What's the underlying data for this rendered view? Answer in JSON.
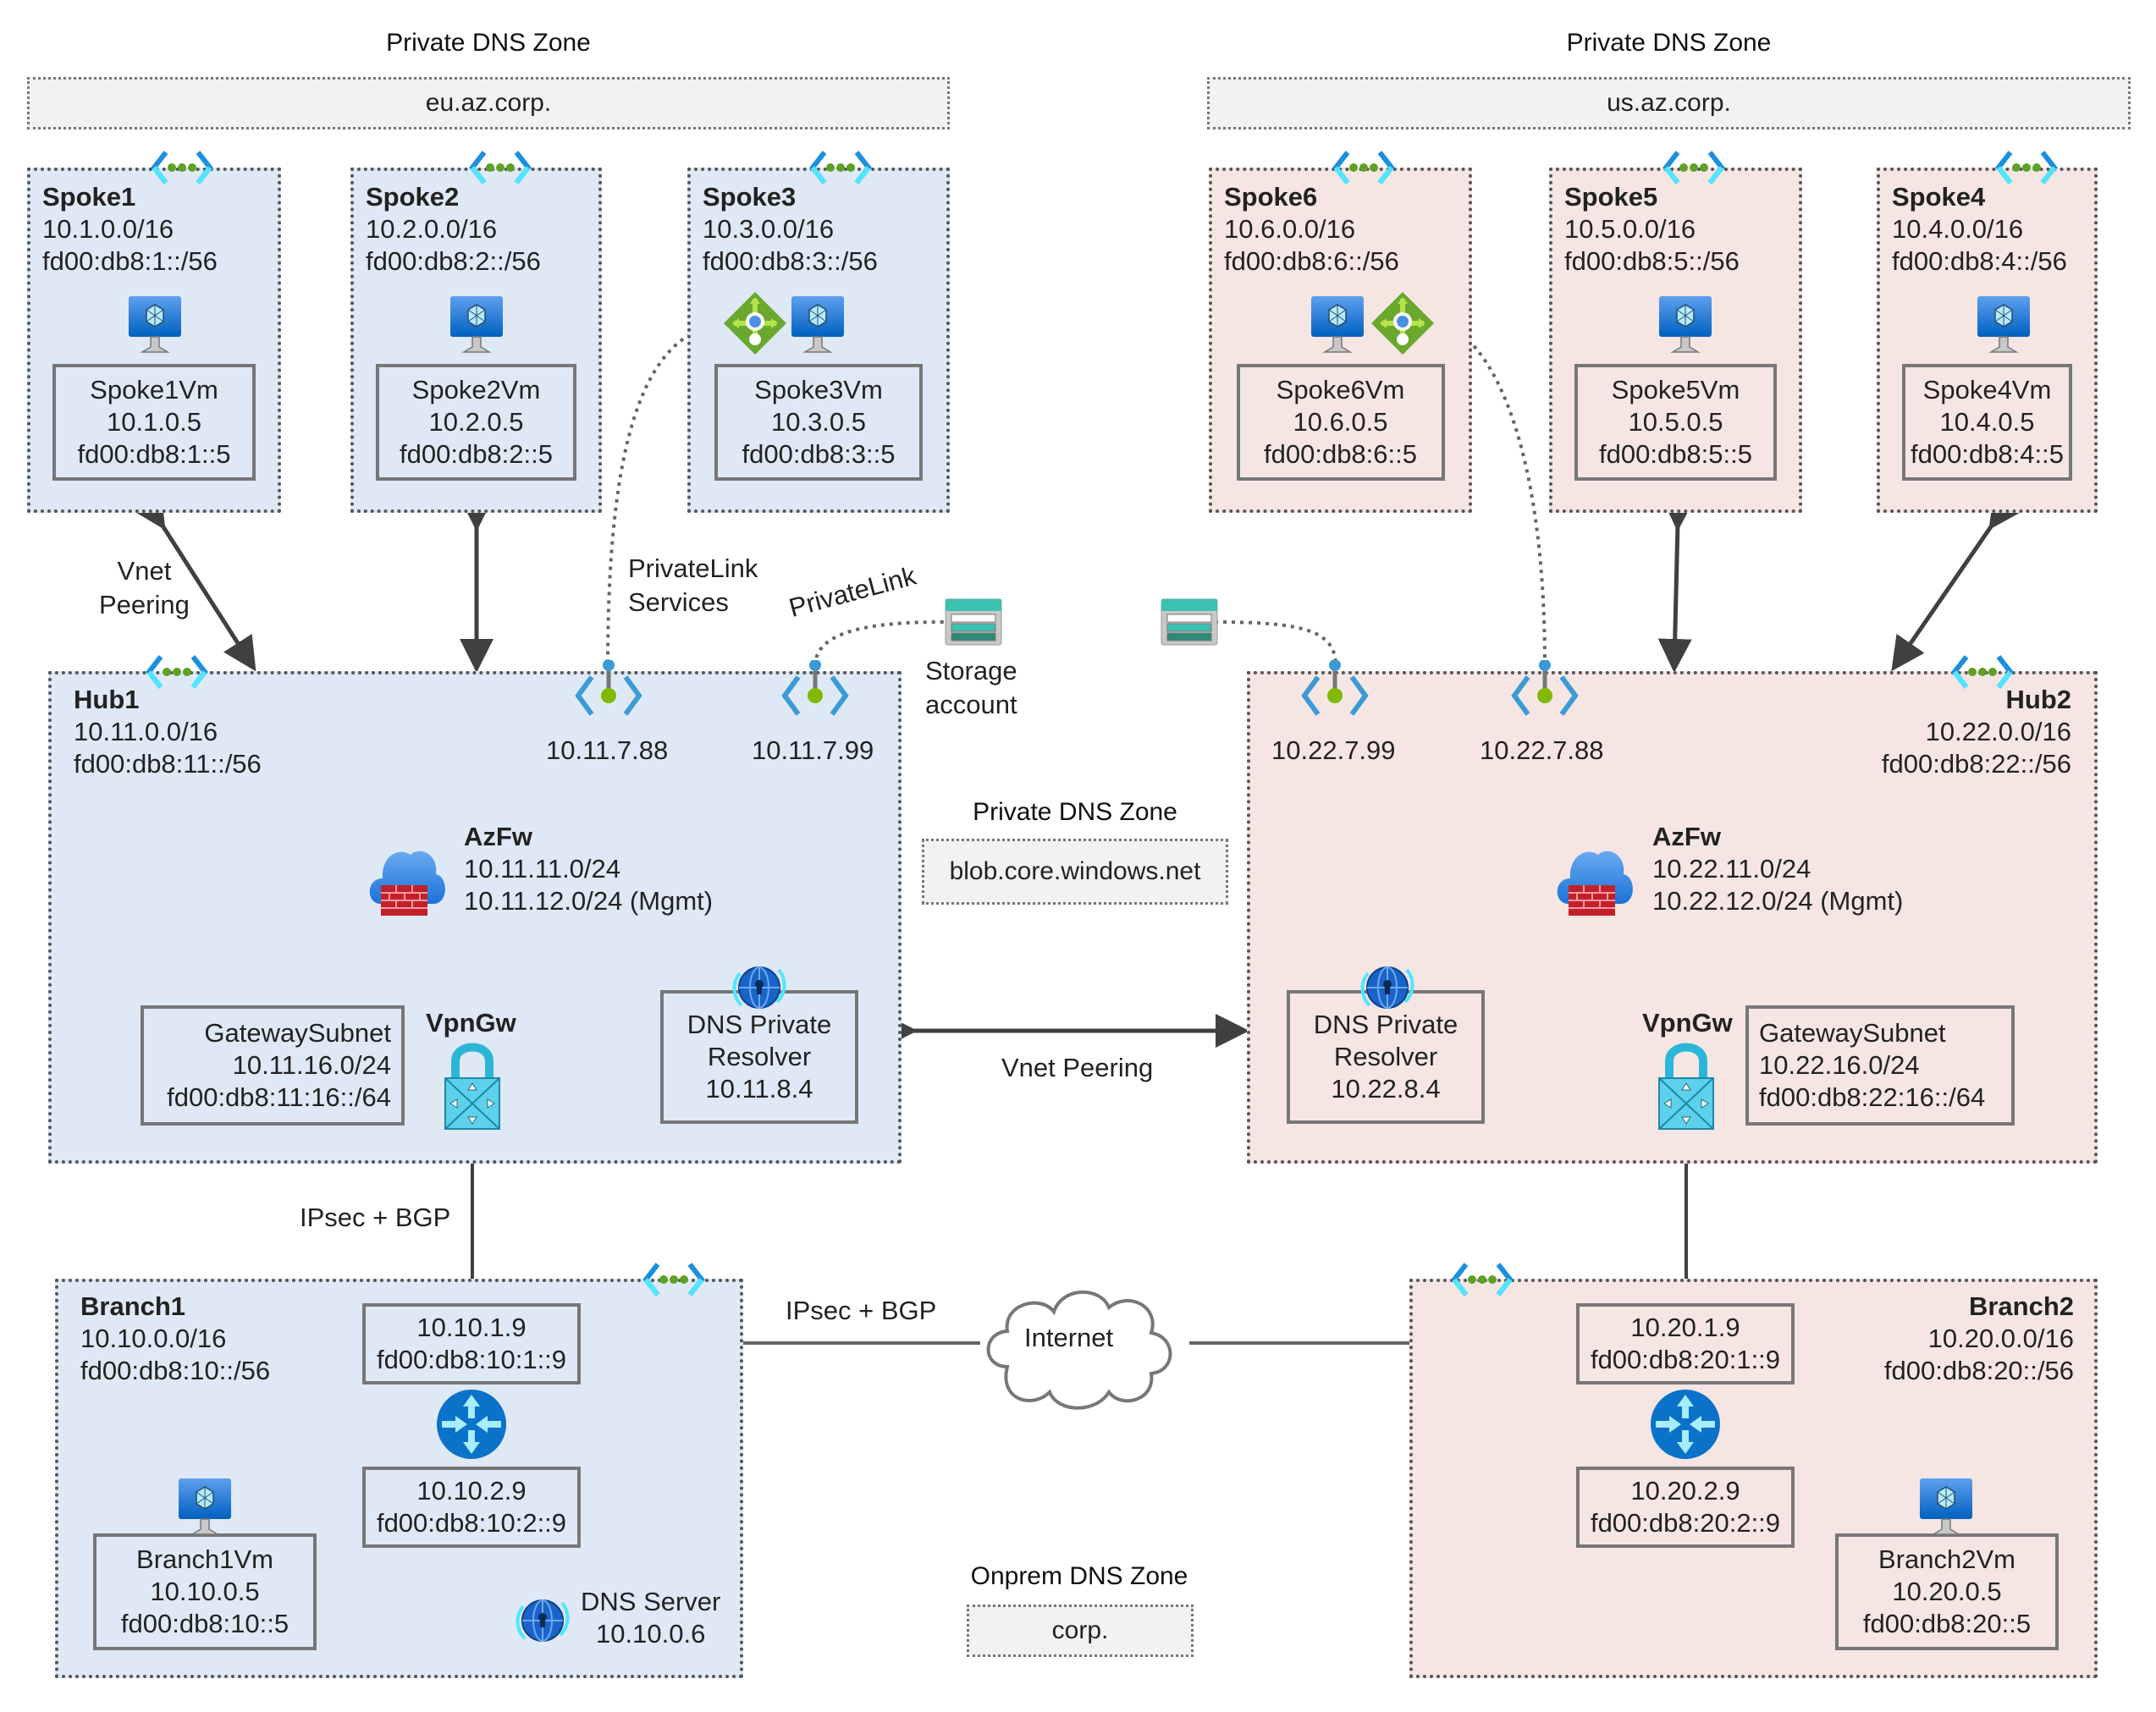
{
  "dns_zones": {
    "eu": {
      "title": "Private DNS Zone",
      "name": "eu.az.corp."
    },
    "us": {
      "title": "Private DNS Zone",
      "name": "us.az.corp."
    },
    "blob": {
      "title": "Private DNS Zone",
      "name": "blob.core.windows.net"
    },
    "onprem": {
      "title": "Onprem DNS Zone",
      "name": "corp."
    }
  },
  "spokes": {
    "spoke1": {
      "name": "Spoke1",
      "ipv4": "10.1.0.0/16",
      "ipv6": "fd00:db8:1::/56",
      "vm": {
        "name": "Spoke1Vm",
        "ipv4": "10.1.0.5",
        "ipv6": "fd00:db8:1::5"
      }
    },
    "spoke2": {
      "name": "Spoke2",
      "ipv4": "10.2.0.0/16",
      "ipv6": "fd00:db8:2::/56",
      "vm": {
        "name": "Spoke2Vm",
        "ipv4": "10.2.0.5",
        "ipv6": "fd00:db8:2::5"
      }
    },
    "spoke3": {
      "name": "Spoke3",
      "ipv4": "10.3.0.0/16",
      "ipv6": "fd00:db8:3::/56",
      "vm": {
        "name": "Spoke3Vm",
        "ipv4": "10.3.0.5",
        "ipv6": "fd00:db8:3::5"
      }
    },
    "spoke6": {
      "name": "Spoke6",
      "ipv4": "10.6.0.0/16",
      "ipv6": "fd00:db8:6::/56",
      "vm": {
        "name": "Spoke6Vm",
        "ipv4": "10.6.0.5",
        "ipv6": "fd00:db8:6::5"
      }
    },
    "spoke5": {
      "name": "Spoke5",
      "ipv4": "10.5.0.0/16",
      "ipv6": "fd00:db8:5::/56",
      "vm": {
        "name": "Spoke5Vm",
        "ipv4": "10.5.0.5",
        "ipv6": "fd00:db8:5::5"
      }
    },
    "spoke4": {
      "name": "Spoke4",
      "ipv4": "10.4.0.0/16",
      "ipv6": "fd00:db8:4::/56",
      "vm": {
        "name": "Spoke4Vm",
        "ipv4": "10.4.0.5",
        "ipv6": "fd00:db8:4::5"
      }
    }
  },
  "hub1": {
    "name": "Hub1",
    "ipv4": "10.11.0.0/16",
    "ipv6": "fd00:db8:11::/56",
    "endpoints": [
      "10.11.7.88",
      "10.11.7.99"
    ],
    "azfw": {
      "name": "AzFw",
      "subnet": "10.11.11.0/24",
      "mgmt": "10.11.12.0/24 (Mgmt)"
    },
    "gateway_subnet": {
      "name": "GatewaySubnet",
      "ipv4": "10.11.16.0/24",
      "ipv6": "fd00:db8:11:16::/64"
    },
    "vpngw": "VpnGw",
    "resolver": {
      "line1": "DNS Private",
      "line2": "Resolver",
      "ip": "10.11.8.4"
    }
  },
  "hub2": {
    "name": "Hub2",
    "ipv4": "10.22.0.0/16",
    "ipv6": "fd00:db8:22::/56",
    "endpoints": [
      "10.22.7.99",
      "10.22.7.88"
    ],
    "azfw": {
      "name": "AzFw",
      "subnet": "10.22.11.0/24",
      "mgmt": "10.22.12.0/24 (Mgmt)"
    },
    "gateway_subnet": {
      "name": "GatewaySubnet",
      "ipv4": "10.22.16.0/24",
      "ipv6": "fd00:db8:22:16::/64"
    },
    "vpngw": "VpnGw",
    "resolver": {
      "line1": "DNS Private",
      "line2": "Resolver",
      "ip": "10.22.8.4"
    }
  },
  "branch1": {
    "name": "Branch1",
    "ipv4": "10.10.0.0/16",
    "ipv6": "fd00:db8:10::/56",
    "nic_ext": {
      "ipv4": "10.10.1.9",
      "ipv6": "fd00:db8:10:1::9"
    },
    "nic_int": {
      "ipv4": "10.10.2.9",
      "ipv6": "fd00:db8:10:2::9"
    },
    "vm": {
      "name": "Branch1Vm",
      "ipv4": "10.10.0.5",
      "ipv6": "fd00:db8:10::5"
    },
    "dns": {
      "name": "DNS Server",
      "ip": "10.10.0.6"
    }
  },
  "branch2": {
    "name": "Branch2",
    "ipv4": "10.20.0.0/16",
    "ipv6": "fd00:db8:20::/56",
    "nic_ext": {
      "ipv4": "10.20.1.9",
      "ipv6": "fd00:db8:20:1::9"
    },
    "nic_int": {
      "ipv4": "10.20.2.9",
      "ipv6": "fd00:db8:20:2::9"
    },
    "vm": {
      "name": "Branch2Vm",
      "ipv4": "10.20.0.5",
      "ipv6": "fd00:db8:20::5"
    }
  },
  "labels": {
    "vnet_peering_1": "Vnet",
    "vnet_peering_2": "Peering",
    "vnet_peering_hubs": "Vnet Peering",
    "privatelink_services_1": "PrivateLink",
    "privatelink_services_2": "Services",
    "privatelink": "PrivateLink",
    "storage_1": "Storage",
    "storage_2": "account",
    "ipsec_bgp_hub": "IPsec + BGP",
    "ipsec_bgp_internet": "IPsec + BGP",
    "internet": "Internet"
  },
  "colors": {
    "azure_region_1": "#dfe9f5",
    "azure_region_2": "#f5e6e4",
    "dns_zone_bg": "#f2f2f2",
    "border": "#555555",
    "link": "#404040"
  }
}
